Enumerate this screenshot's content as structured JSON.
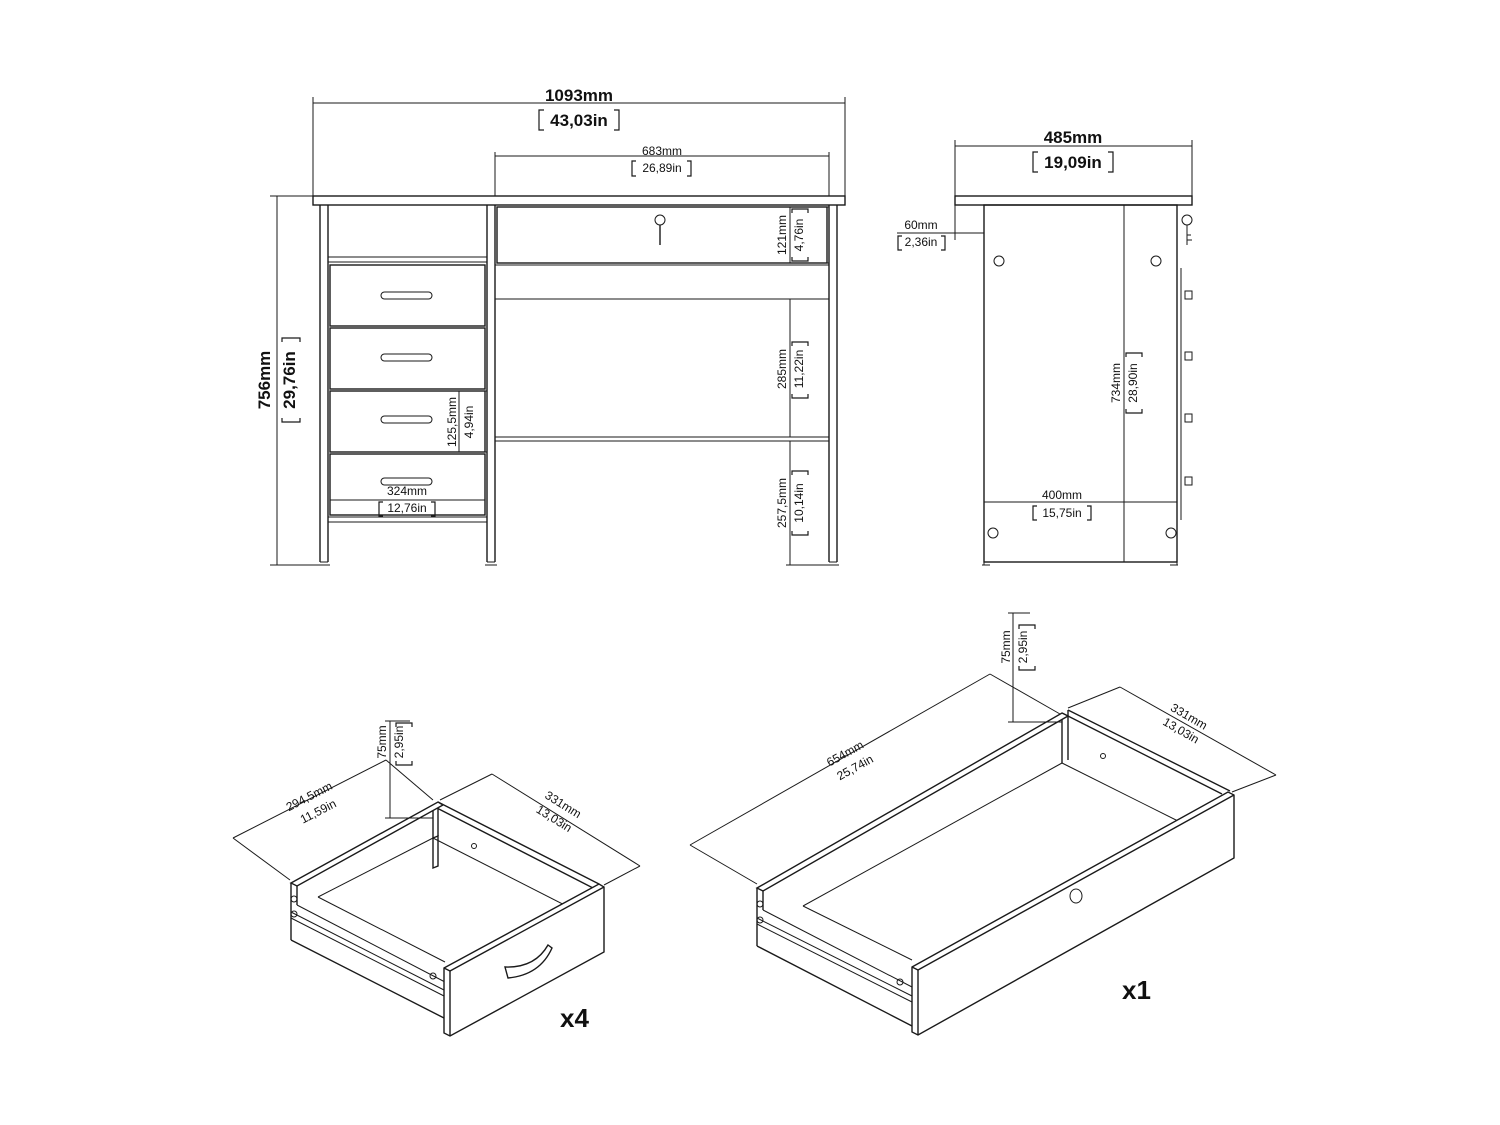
{
  "front_view": {
    "width_mm": "1093mm",
    "width_in": "43,03in",
    "top_drawer_width_mm": "683mm",
    "top_drawer_width_in": "26,89in",
    "top_drawer_height_mm": "121mm",
    "top_drawer_height_in": "4,76in",
    "height_mm": "756mm",
    "height_in": "29,76in",
    "drawer_height_mm": "125,5mm",
    "drawer_height_in": "4,94in",
    "drawer_width_mm": "324mm",
    "drawer_width_in": "12,76in",
    "knee_space_mm": "285mm",
    "knee_space_in": "11,22in",
    "leg_space_mm": "257,5mm",
    "leg_space_in": "10,14in"
  },
  "side_view": {
    "depth_mm": "485mm",
    "depth_in": "19,09in",
    "overhang_mm": "60mm",
    "overhang_in": "2,36in",
    "inner_height_mm": "734mm",
    "inner_height_in": "28,90in",
    "inner_depth_mm": "400mm",
    "inner_depth_in": "15,75in"
  },
  "small_drawer": {
    "height_mm": "75mm",
    "height_in": "2,95in",
    "width_mm": "294,5mm",
    "width_in": "11,59in",
    "depth_mm": "331mm",
    "depth_in": "13,03in",
    "quantity": "x4"
  },
  "large_drawer": {
    "height_mm": "75mm",
    "height_in": "2,95in",
    "width_mm": "654mm",
    "width_in": "25,74in",
    "depth_mm": "331mm",
    "depth_in": "13,03in",
    "quantity": "x1"
  }
}
